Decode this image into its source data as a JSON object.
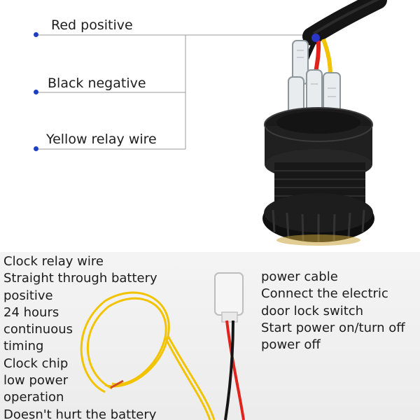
{
  "callouts": [
    {
      "label": "Red positive"
    },
    {
      "label": "Black negative"
    },
    {
      "label": "Yellow relay wire"
    }
  ],
  "left_text": [
    "Clock relay wire",
    "Straight through battery",
    "positive",
    "24 hours",
    "continuous",
    "timing",
    "Clock chip",
    "low power",
    "operation",
    "Doesn't hurt the battery"
  ],
  "right_text": [
    "power cable",
    "Connect the electric",
    "door lock switch",
    "Start power on/turn off",
    "power off"
  ],
  "colors": {
    "dot": "#1f3fbf",
    "leader_line": "#9a9a9a",
    "wire_red": "#e0241c",
    "wire_yellow": "#f2c300",
    "wire_black": "#151515"
  }
}
